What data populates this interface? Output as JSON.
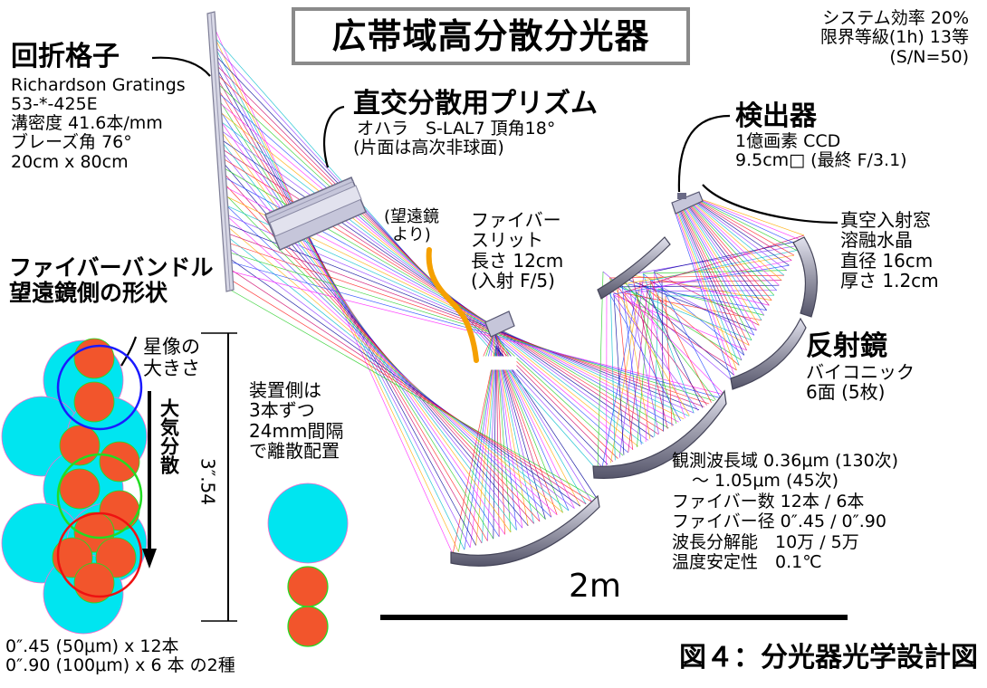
{
  "title": "広帯域高分散分光器",
  "figure_caption": "図４：分光器光学設計図",
  "system": {
    "efficiency": "システム効率 20%",
    "limit": "限界等級(1h) 13等",
    "sn": "(S/N=50)"
  },
  "grating": {
    "title": "回折格子",
    "lines": [
      "Richardson Gratings",
      "53-*-425E",
      "溝密度 41.6本/mm",
      "ブレーズ角 76°",
      "20cm x 80cm"
    ]
  },
  "prism": {
    "title": "直交分散用プリズム",
    "lines": [
      "オハラ　S-LAL7 頂角18°",
      "(片面は高次非球面)"
    ]
  },
  "detector": {
    "title": "検出器",
    "lines": [
      "1億画素 CCD",
      "9.5cm□ (最終 F/3.1)"
    ]
  },
  "window": {
    "lines": [
      "真空入射窓",
      "溶融水晶",
      "直径 16cm",
      "厚さ 1.2cm"
    ]
  },
  "telescope": {
    "label_lines": [
      "(望遠鏡",
      "より)"
    ]
  },
  "slit": {
    "lines": [
      "ファイバー",
      "スリット",
      "長さ 12cm",
      "(入射 F/5)"
    ]
  },
  "mirror": {
    "title": "反射鏡",
    "lines": [
      "バイコニック",
      "6面 (5枚)"
    ]
  },
  "bundle": {
    "title_lines": [
      "ファイバーバンドル",
      "望遠鏡側の形状"
    ],
    "star_lines": [
      "星像の",
      "大きさ"
    ],
    "dispersion": "大気分散",
    "size": "3″.54",
    "footer_lines": [
      "0″.45 (50μm) x 12本",
      "0″.90 (100μm) x 6 本 の2種"
    ]
  },
  "device_side": {
    "lines": [
      "装置側は",
      "3本ずつ",
      "24mm間隔",
      "で離散配置"
    ]
  },
  "specs": {
    "lines": [
      "観測波長域 0.36μm (130次)",
      "～ 1.05μm (45次)",
      "ファイバー数 12本 / 6本",
      "ファイバー径 0″.45 / 0″.90",
      "波長分解能　10万 / 5万",
      "温度安定性　0.1℃"
    ]
  },
  "scale": {
    "label": "2m"
  },
  "colors": {
    "cyan": "#00e5f0",
    "orange_red": "#f2552c",
    "blue": "#1a1aff",
    "green": "#22dd22",
    "red": "#ee1111",
    "orange": "#f5a000",
    "frame_gray": "#8a8a8a"
  }
}
